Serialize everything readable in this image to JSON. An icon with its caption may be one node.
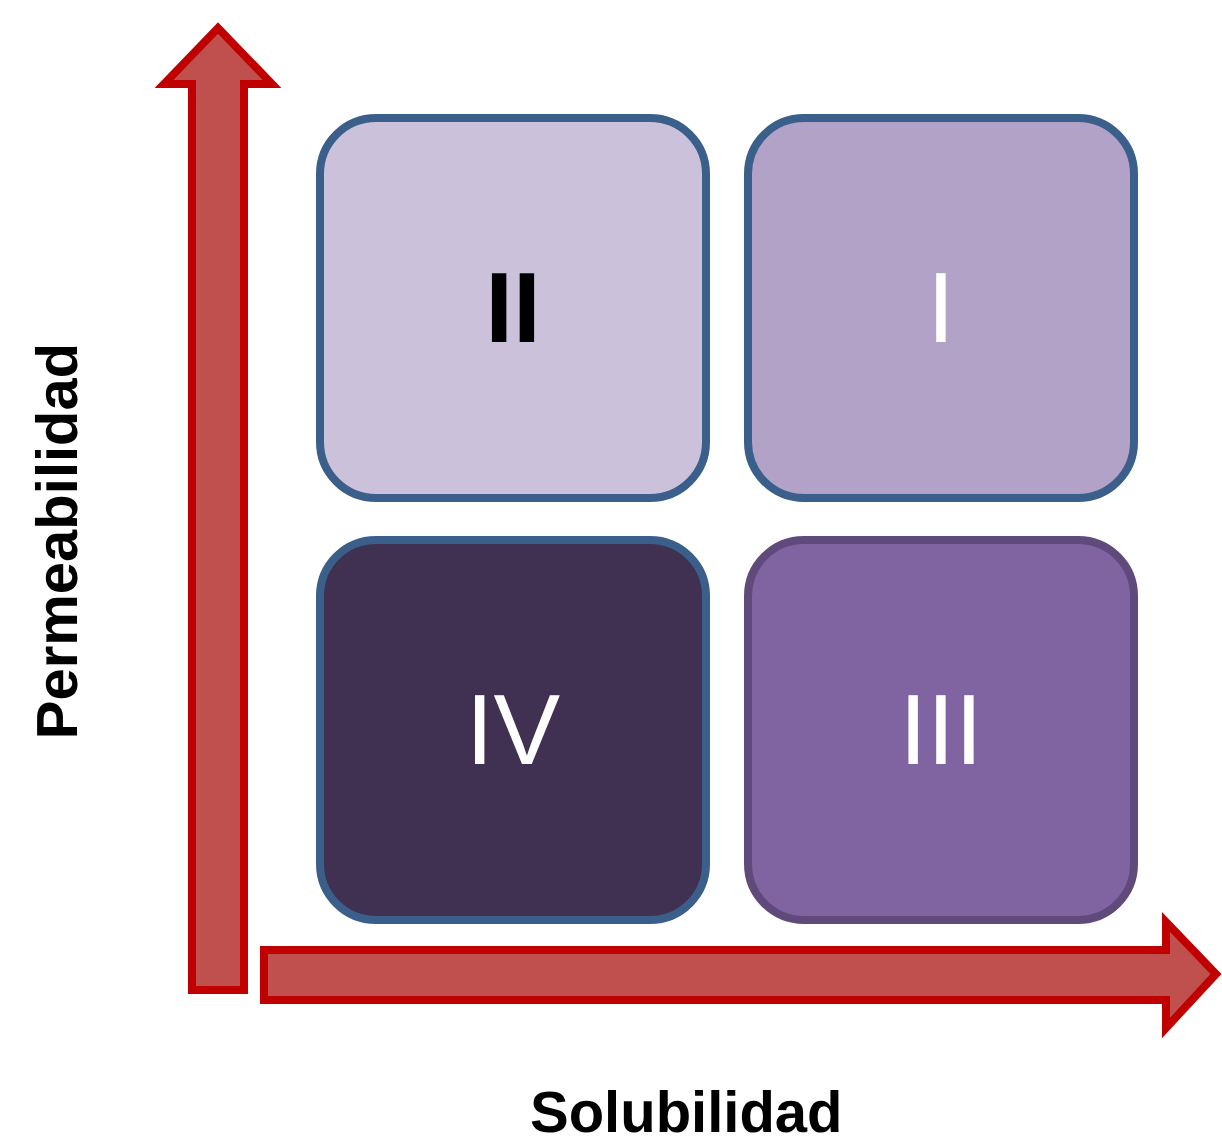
{
  "diagram": {
    "nodes": [
      {
        "text": [
          "II"
        ]
      },
      {
        "text": [
          "I"
        ]
      },
      {
        "text": [
          "IV"
        ]
      },
      {
        "text": [
          "III"
        ]
      }
    ],
    "labels": [
      "Permeabilidad",
      "Solubilidad"
    ]
  }
}
